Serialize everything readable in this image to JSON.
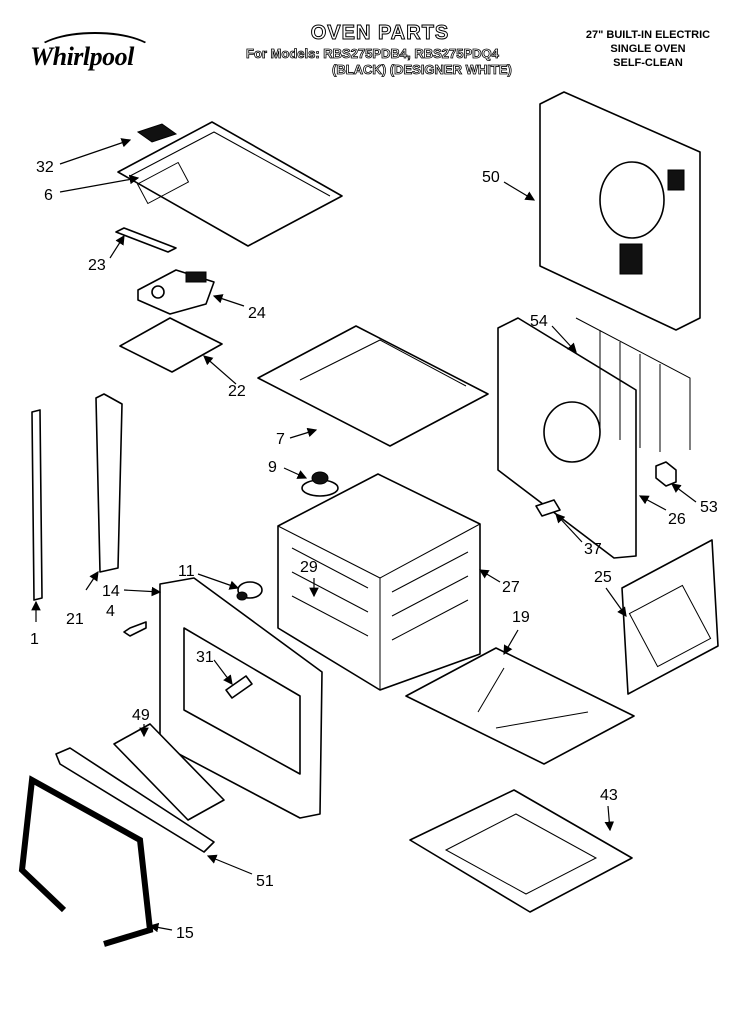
{
  "header": {
    "brand": "Whirlpool",
    "title": "OVEN PARTS",
    "models_line1": "For Models: RBS275PDB4, RBS275PDQ4",
    "models_line2": "(BLACK)    (DESIGNER WHITE)",
    "spec_line1": "27\" BUILT-IN ELECTRIC",
    "spec_line2": "SINGLE OVEN",
    "spec_line3": "SELF-CLEAN"
  },
  "callouts": [
    "32",
    "6",
    "23",
    "24",
    "22",
    "50",
    "54",
    "7",
    "9",
    "53",
    "26",
    "37",
    "29",
    "27",
    "11",
    "14",
    "4",
    "21",
    "1",
    "31",
    "19",
    "25",
    "49",
    "43",
    "51",
    "15"
  ],
  "icons": {
    "logo": "whirlpool-logo",
    "arrow": "leader-arrow-icon"
  }
}
